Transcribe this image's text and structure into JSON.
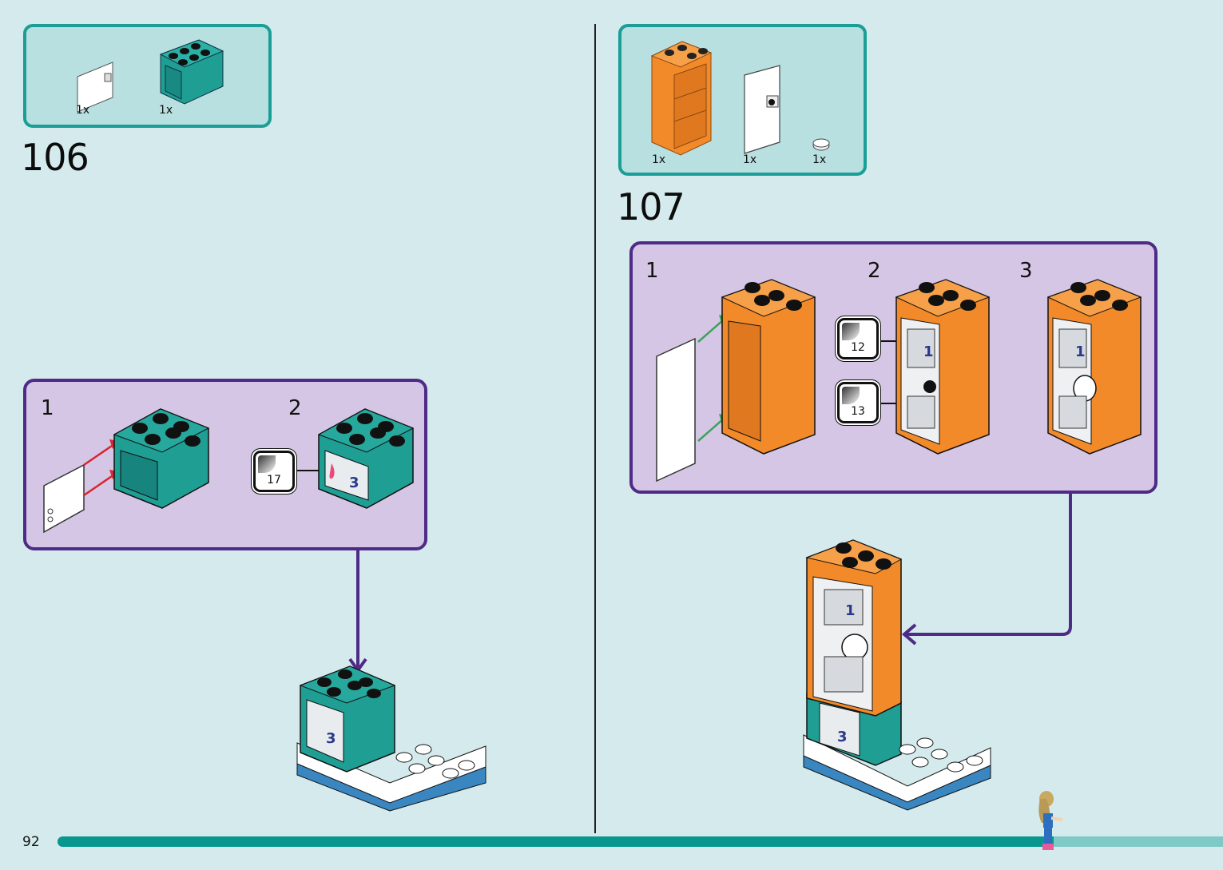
{
  "page": {
    "number": "92",
    "progress_fraction": 0.855
  },
  "colors": {
    "background": "#d4eaec",
    "parts_box_fill": "#b9e0e0",
    "parts_box_border": "#1a9e96",
    "submodel_fill": "#d5c6e5",
    "submodel_border": "#4f2a86",
    "progress_fill": "#07978f",
    "progress_track": "#7fcac7",
    "teal_brick": "#1f9e94",
    "orange_brick": "#f28a2a",
    "arrow_red": "#d8262e",
    "arrow_green": "#3aa35a"
  },
  "steps": [
    {
      "number": "106",
      "parts": [
        {
          "name": "white-door-panel",
          "qty": "1x"
        },
        {
          "name": "teal-cupboard-2x3x2",
          "qty": "1x"
        }
      ],
      "substeps": [
        {
          "number": "1",
          "description": "Attach white door to teal cupboard"
        },
        {
          "number": "2",
          "description": "Apply sticker",
          "sticker": "17"
        }
      ]
    },
    {
      "number": "107",
      "parts": [
        {
          "name": "orange-cupboard-2x3x5",
          "qty": "1x"
        },
        {
          "name": "white-tall-door",
          "qty": "1x"
        },
        {
          "name": "white-round-tile",
          "qty": "1x"
        }
      ],
      "substeps": [
        {
          "number": "1",
          "description": "Attach white door to orange cupboard"
        },
        {
          "number": "2",
          "description": "Apply stickers",
          "stickers": [
            "12",
            "13"
          ]
        },
        {
          "number": "3",
          "description": "Add round tile"
        }
      ]
    }
  ]
}
